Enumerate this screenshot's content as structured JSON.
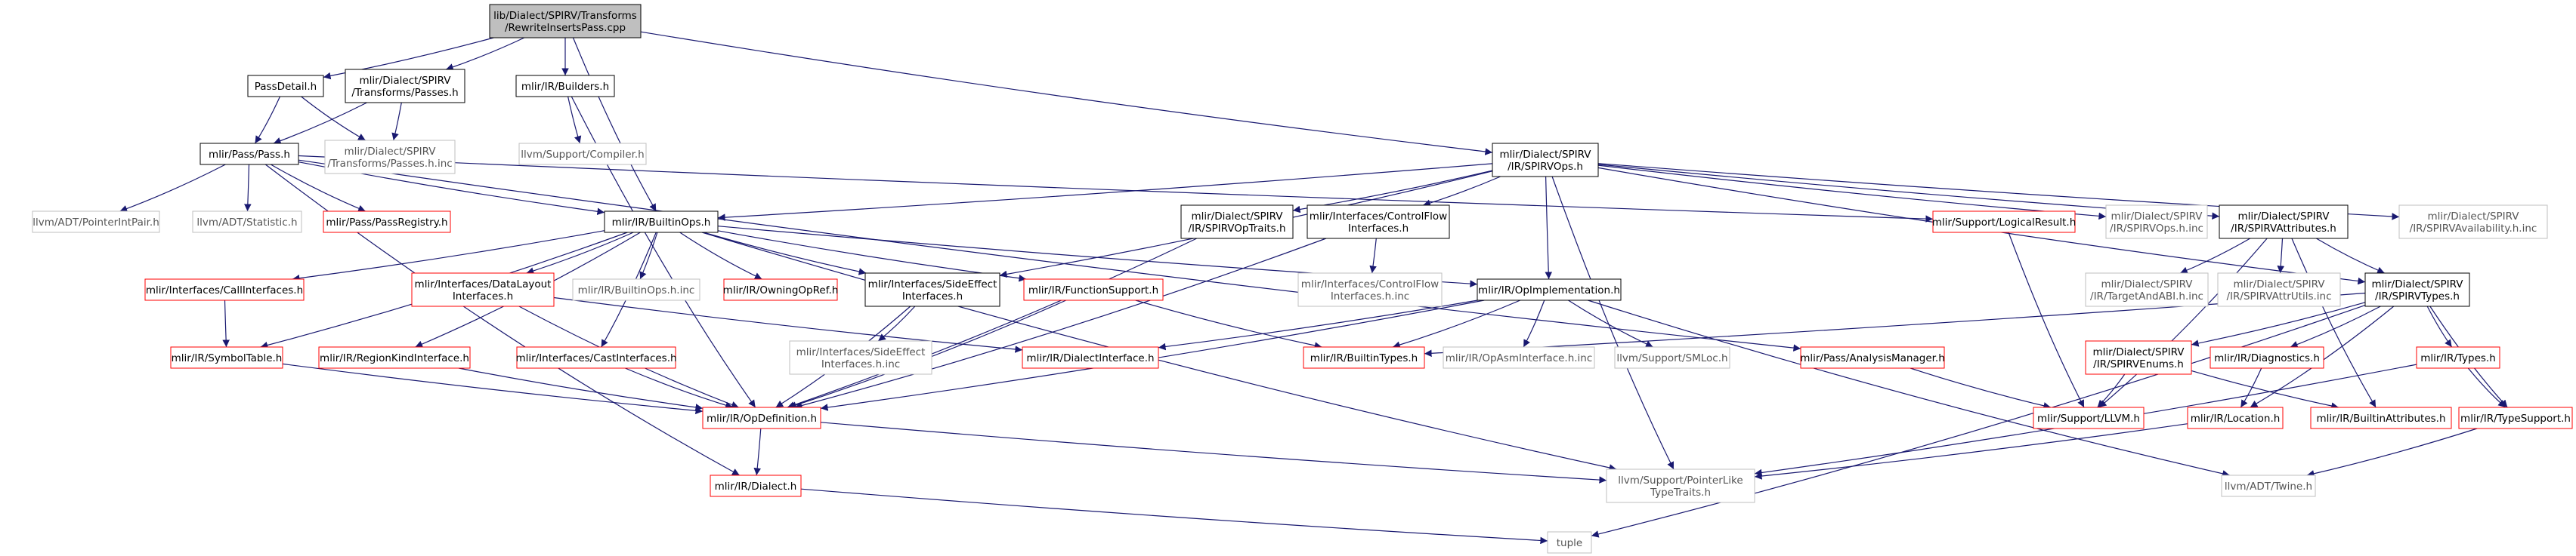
{
  "diagram": {
    "colors": {
      "edge": "#191970",
      "edge_secondary": "#999999",
      "border_normal": "#000000",
      "border_missing": "#bfbfbf",
      "border_incomplete": "#ff0000",
      "fill_root": "#bfbfbf",
      "fill_node": "#ffffff"
    },
    "nodes": {
      "root": {
        "lines": [
          "lib/Dialect/SPIRV/Transforms",
          "/RewriteInsertsPass.cpp"
        ],
        "kind": "root"
      },
      "passdetail": {
        "lines": [
          "PassDetail.h"
        ],
        "kind": "normal"
      },
      "spirvpasses": {
        "lines": [
          "mlir/Dialect/SPIRV",
          "/Transforms/Passes.h"
        ],
        "kind": "normal"
      },
      "builders": {
        "lines": [
          "mlir/IR/Builders.h"
        ],
        "kind": "normal"
      },
      "spirvops": {
        "lines": [
          "mlir/Dialect/SPIRV",
          "/IR/SPIRVOps.h"
        ],
        "kind": "normal"
      },
      "passpass": {
        "lines": [
          "mlir/Pass/Pass.h"
        ],
        "kind": "normal"
      },
      "passesinc": {
        "lines": [
          "mlir/Dialect/SPIRV",
          "/Transforms/Passes.h.inc"
        ],
        "kind": "missing"
      },
      "compiler": {
        "lines": [
          "llvm/Support/Compiler.h"
        ],
        "kind": "missing"
      },
      "pointerintpair": {
        "lines": [
          "llvm/ADT/PointerIntPair.h"
        ],
        "kind": "missing"
      },
      "statistic": {
        "lines": [
          "llvm/ADT/Statistic.h"
        ],
        "kind": "missing"
      },
      "passregistry": {
        "lines": [
          "mlir/Pass/PassRegistry.h"
        ],
        "kind": "incomplete"
      },
      "builtinops": {
        "lines": [
          "mlir/IR/BuiltinOps.h"
        ],
        "kind": "normal"
      },
      "spirvoptraits": {
        "lines": [
          "mlir/Dialect/SPIRV",
          "/IR/SPIRVOpTraits.h"
        ],
        "kind": "normal"
      },
      "controlflow": {
        "lines": [
          "mlir/Interfaces/ControlFlow",
          "Interfaces.h"
        ],
        "kind": "normal"
      },
      "logicalresult": {
        "lines": [
          "mlir/Support/LogicalResult.h"
        ],
        "kind": "incomplete"
      },
      "spirvopsinc": {
        "lines": [
          "mlir/Dialect/SPIRV",
          "/IR/SPIRVOps.h.inc"
        ],
        "kind": "missing"
      },
      "spirvattributes": {
        "lines": [
          "mlir/Dialect/SPIRV",
          "/IR/SPIRVAttributes.h"
        ],
        "kind": "normal"
      },
      "spirvavailability": {
        "lines": [
          "mlir/Dialect/SPIRV",
          "/IR/SPIRVAvailability.h.inc"
        ],
        "kind": "missing"
      },
      "callinterfaces": {
        "lines": [
          "mlir/Interfaces/CallInterfaces.h"
        ],
        "kind": "incomplete"
      },
      "datalayout": {
        "lines": [
          "mlir/Interfaces/DataLayout",
          "Interfaces.h"
        ],
        "kind": "incomplete"
      },
      "builtinopsinc": {
        "lines": [
          "mlir/IR/BuiltinOps.h.inc"
        ],
        "kind": "missing"
      },
      "owningopref": {
        "lines": [
          "mlir/IR/OwningOpRef.h"
        ],
        "kind": "incomplete"
      },
      "sideeffect": {
        "lines": [
          "mlir/Interfaces/SideEffect",
          "Interfaces.h"
        ],
        "kind": "normal"
      },
      "functionsupport": {
        "lines": [
          "mlir/IR/FunctionSupport.h"
        ],
        "kind": "incomplete"
      },
      "controlflowinc": {
        "lines": [
          "mlir/Interfaces/ControlFlow",
          "Interfaces.h.inc"
        ],
        "kind": "missing"
      },
      "opimplementation": {
        "lines": [
          "mlir/IR/OpImplementation.h"
        ],
        "kind": "normal"
      },
      "targetandabi": {
        "lines": [
          "mlir/Dialect/SPIRV",
          "/IR/TargetAndABI.h.inc"
        ],
        "kind": "missing"
      },
      "spirvattrutils": {
        "lines": [
          "mlir/Dialect/SPIRV",
          "/IR/SPIRVAttrUtils.inc"
        ],
        "kind": "missing"
      },
      "spirvtypes": {
        "lines": [
          "mlir/Dialect/SPIRV",
          "/IR/SPIRVTypes.h"
        ],
        "kind": "normal"
      },
      "symboltable": {
        "lines": [
          "mlir/IR/SymbolTable.h"
        ],
        "kind": "incomplete"
      },
      "regionkind": {
        "lines": [
          "mlir/IR/RegionKindInterface.h"
        ],
        "kind": "incomplete"
      },
      "castinterfaces": {
        "lines": [
          "mlir/Interfaces/CastInterfaces.h"
        ],
        "kind": "incomplete"
      },
      "sideeffectinc": {
        "lines": [
          "mlir/Interfaces/SideEffect",
          "Interfaces.h.inc"
        ],
        "kind": "missing"
      },
      "dialectinterface": {
        "lines": [
          "mlir/IR/DialectInterface.h"
        ],
        "kind": "incomplete"
      },
      "builtintypes": {
        "lines": [
          "mlir/IR/BuiltinTypes.h"
        ],
        "kind": "incomplete"
      },
      "opasminterface": {
        "lines": [
          "mlir/IR/OpAsmInterface.h.inc"
        ],
        "kind": "missing"
      },
      "smloc": {
        "lines": [
          "llvm/Support/SMLoc.h"
        ],
        "kind": "missing"
      },
      "analysismanager": {
        "lines": [
          "mlir/Pass/AnalysisManager.h"
        ],
        "kind": "incomplete"
      },
      "spirvenums": {
        "lines": [
          "mlir/Dialect/SPIRV",
          "/IR/SPIRVEnums.h"
        ],
        "kind": "incomplete"
      },
      "diagnostics": {
        "lines": [
          "mlir/IR/Diagnostics.h"
        ],
        "kind": "incomplete"
      },
      "irtypes": {
        "lines": [
          "mlir/IR/Types.h"
        ],
        "kind": "incomplete"
      },
      "opdefinition": {
        "lines": [
          "mlir/IR/OpDefinition.h"
        ],
        "kind": "incomplete"
      },
      "supportllvm": {
        "lines": [
          "mlir/Support/LLVM.h"
        ],
        "kind": "incomplete"
      },
      "location": {
        "lines": [
          "mlir/IR/Location.h"
        ],
        "kind": "incomplete"
      },
      "builtinattributes": {
        "lines": [
          "mlir/IR/BuiltinAttributes.h"
        ],
        "kind": "incomplete"
      },
      "typesupport": {
        "lines": [
          "mlir/IR/TypeSupport.h"
        ],
        "kind": "incomplete"
      },
      "irdialect": {
        "lines": [
          "mlir/IR/Dialect.h"
        ],
        "kind": "incomplete"
      },
      "pointerlike": {
        "lines": [
          "llvm/Support/PointerLike",
          "TypeTraits.h"
        ],
        "kind": "missing"
      },
      "twine": {
        "lines": [
          "llvm/ADT/Twine.h"
        ],
        "kind": "missing"
      },
      "tuple": {
        "lines": [
          "tuple"
        ],
        "kind": "missing"
      }
    },
    "edges": [
      [
        "root",
        "passdetail"
      ],
      [
        "root",
        "spirvpasses"
      ],
      [
        "root",
        "builders"
      ],
      [
        "root",
        "spirvops"
      ],
      [
        "root",
        "builtinops"
      ],
      [
        "passdetail",
        "passpass"
      ],
      [
        "passdetail",
        "passesinc"
      ],
      [
        "spirvpasses",
        "passpass"
      ],
      [
        "spirvpasses",
        "passesinc"
      ],
      [
        "builders",
        "compiler"
      ],
      [
        "builders",
        "opdefinition"
      ],
      [
        "passpass",
        "pointerintpair"
      ],
      [
        "passpass",
        "statistic"
      ],
      [
        "passpass",
        "passregistry"
      ],
      [
        "passpass",
        "builtinops"
      ],
      [
        "passpass",
        "analysismanager"
      ],
      [
        "passpass",
        "logicalresult"
      ],
      [
        "passpass",
        "irdialect"
      ],
      [
        "spirvops",
        "builtinops"
      ],
      [
        "spirvops",
        "spirvoptraits"
      ],
      [
        "spirvops",
        "controlflow"
      ],
      [
        "spirvops",
        "sideeffect"
      ],
      [
        "spirvops",
        "opimplementation"
      ],
      [
        "spirvops",
        "spirvopsinc"
      ],
      [
        "spirvops",
        "spirvattributes"
      ],
      [
        "spirvops",
        "spirvavailability"
      ],
      [
        "spirvops",
        "spirvtypes"
      ],
      [
        "spirvops",
        "pointerlike"
      ],
      [
        "builtinops",
        "callinterfaces"
      ],
      [
        "builtinops",
        "datalayout"
      ],
      [
        "builtinops",
        "builtinopsinc"
      ],
      [
        "builtinops",
        "owningopref"
      ],
      [
        "builtinops",
        "sideeffect"
      ],
      [
        "builtinops",
        "functionsupport"
      ],
      [
        "builtinops",
        "opimplementation"
      ],
      [
        "builtinops",
        "symboltable"
      ],
      [
        "builtinops",
        "regionkind"
      ],
      [
        "builtinops",
        "castinterfaces"
      ],
      [
        "builtinops",
        "pointerlike"
      ],
      [
        "spirvoptraits",
        "opdefinition"
      ],
      [
        "controlflow",
        "controlflowinc"
      ],
      [
        "controlflow",
        "opdefinition"
      ],
      [
        "spirvattributes",
        "targetandabi"
      ],
      [
        "spirvattributes",
        "spirvattrutils"
      ],
      [
        "spirvattributes",
        "spirvtypes"
      ],
      [
        "spirvattributes",
        "supportllvm"
      ],
      [
        "spirvattributes",
        "builtinattributes"
      ],
      [
        "spirvtypes",
        "builtintypes"
      ],
      [
        "spirvtypes",
        "spirvenums"
      ],
      [
        "spirvtypes",
        "diagnostics"
      ],
      [
        "spirvtypes",
        "irtypes"
      ],
      [
        "spirvtypes",
        "location"
      ],
      [
        "spirvtypes",
        "typesupport"
      ],
      [
        "spirvtypes",
        "tuple"
      ],
      [
        "callinterfaces",
        "symboltable"
      ],
      [
        "datalayout",
        "dialectinterface"
      ],
      [
        "datalayout",
        "opdefinition"
      ],
      [
        "sideeffect",
        "sideeffectinc"
      ],
      [
        "sideeffect",
        "opdefinition"
      ],
      [
        "functionsupport",
        "builtintypes"
      ],
      [
        "functionsupport",
        "opdefinition"
      ],
      [
        "opimplementation",
        "dialectinterface"
      ],
      [
        "opimplementation",
        "builtintypes"
      ],
      [
        "opimplementation",
        "opasminterface"
      ],
      [
        "opimplementation",
        "smloc"
      ],
      [
        "opimplementation",
        "opdefinition"
      ],
      [
        "opimplementation",
        "twine"
      ],
      [
        "symboltable",
        "opdefinition"
      ],
      [
        "regionkind",
        "opdefinition"
      ],
      [
        "castinterfaces",
        "opdefinition"
      ],
      [
        "logicalresult",
        "supportllvm"
      ],
      [
        "analysismanager",
        "supportllvm"
      ],
      [
        "spirvenums",
        "supportllvm"
      ],
      [
        "spirvenums",
        "builtinattributes"
      ],
      [
        "diagnostics",
        "location"
      ],
      [
        "irtypes",
        "typesupport"
      ],
      [
        "irtypes",
        "pointerlike"
      ],
      [
        "typesupport",
        "twine"
      ],
      [
        "location",
        "pointerlike"
      ],
      [
        "opdefinition",
        "irdialect"
      ],
      [
        "opdefinition",
        "pointerlike"
      ],
      [
        "irdialect",
        "tuple"
      ]
    ]
  }
}
